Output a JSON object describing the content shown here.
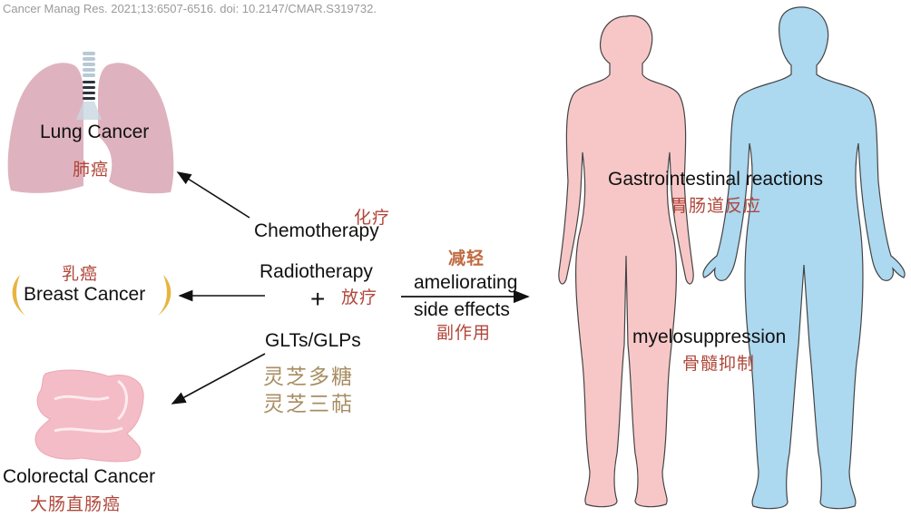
{
  "citation": "Cancer Manag Res. 2021;13:6507-6516. doi: 10.2147/CMAR.S319732.",
  "cancers": {
    "lung": {
      "en": "Lung Cancer",
      "cn": "肺癌",
      "icon": "lungs-icon"
    },
    "breast": {
      "en": "Breast Cancer",
      "cn": "乳癌",
      "icon": "breast-ribbon-icon"
    },
    "colorectal": {
      "en": "Colorectal Cancer",
      "cn": "大肠直肠癌",
      "icon": "intestine-icon"
    }
  },
  "treatments": {
    "chemo": {
      "en": "Chemotherapy",
      "cn": "化疗"
    },
    "radio": {
      "en": "Radiotherapy",
      "cn": "放疗"
    },
    "plus": "+",
    "glts": {
      "en": "GLTs/GLPs",
      "cn_line1": "灵芝多糖",
      "cn_line2": "灵芝三萜"
    }
  },
  "effect": {
    "cn_top": "减轻",
    "en_line1": "ameliorating",
    "en_line2": "side effects",
    "cn_bottom": "副作用"
  },
  "side_effects": {
    "gi": {
      "en": "Gastrointestinal reactions",
      "cn": "胃肠道反应"
    },
    "myelo": {
      "en": "myelosuppression",
      "cn": "骨髓抑制"
    }
  },
  "colors": {
    "female_body": "#f7c7c7",
    "male_body": "#acd8f0",
    "body_outline": "#444444",
    "lung_fill": "#deb3bf",
    "cn_label": "#b0473a",
    "cn_gold": "#a88d62",
    "ribbon": "#e8b440",
    "intestine": "#f4bcc6"
  }
}
